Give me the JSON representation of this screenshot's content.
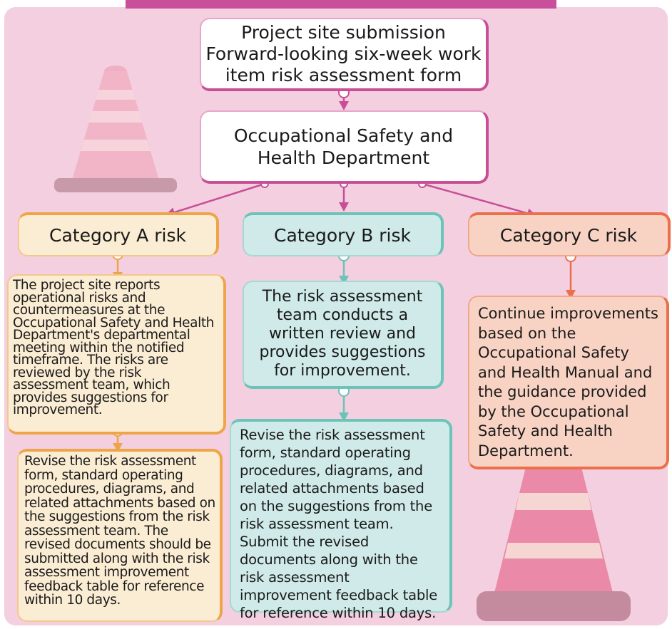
{
  "colors": {
    "panel": "#f3cfe0",
    "accent_magenta": "#c84f97",
    "category_a": "#eea54a",
    "category_b": "#6cc3b7",
    "category_c": "#ea6f4a"
  },
  "flow": {
    "submission": {
      "line1": "Project site submission",
      "line2": "Forward-looking six-week work",
      "line3": "item risk assessment form"
    },
    "department": "Occupational Safety and Health Department",
    "categories": [
      {
        "label": "Category A risk",
        "steps": [
          "The project site reports operational risks and countermeasures at the Occupational Safety and Health Department's departmental meeting within the notified timeframe. The risks are reviewed by the risk assessment team, which provides suggestions for improvement.",
          "Revise the risk assessment form, standard operating procedures, diagrams, and related attachments based on the suggestions from the risk assessment team. The revised documents should be submitted along with the risk assessment improvement feedback table for reference within 10 days."
        ]
      },
      {
        "label": "Category B risk",
        "steps": [
          "The risk assessment team conducts a written review and provides suggestions for improvement.",
          "Revise the risk assessment form, standard operating procedures, diagrams, and related attachments based on the suggestions from the risk assessment team. Submit the revised documents along with the risk assessment improvement feedback table for reference within 10 days."
        ]
      },
      {
        "label": "Category C risk",
        "steps": [
          "Continue improvements based on the Occupational Safety and Health Manual and the guidance provided by the Occupational Safety and Health Department."
        ]
      }
    ]
  },
  "decorations": [
    "traffic-cone-icon",
    "traffic-cone-icon"
  ]
}
